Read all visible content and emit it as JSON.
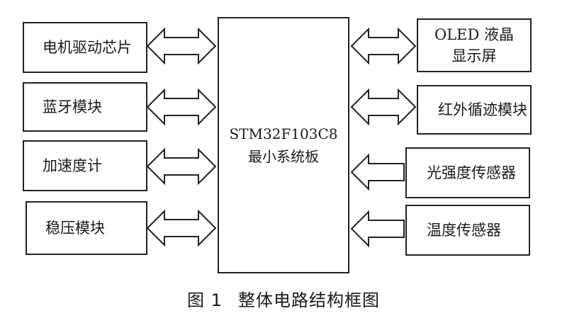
{
  "diagram": {
    "center": {
      "line1": "STM32F103C8",
      "line2": "最小系统板"
    },
    "left_modules": [
      "电机驱动芯片",
      "蓝牙模块",
      "加速度计",
      "稳压模块"
    ],
    "right_modules": [
      "OLED 液晶显示屏",
      "红外循迹模块",
      "光强度传感器",
      "温度传感器"
    ],
    "arrow_types": {
      "left": [
        "bidirectional",
        "bidirectional",
        "bidirectional",
        "bidirectional"
      ],
      "right": [
        "bidirectional",
        "bidirectional",
        "input",
        "input"
      ]
    }
  },
  "caption": {
    "number": "图 1",
    "title": "整体电路结构框图"
  }
}
